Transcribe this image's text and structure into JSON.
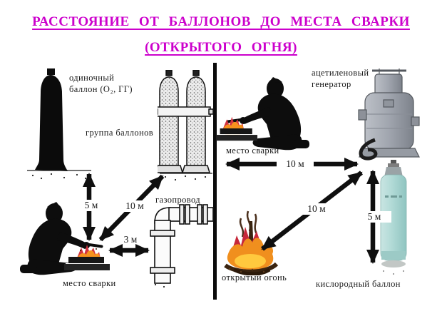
{
  "title": {
    "line1": "РАССТОЯНИЕ  ОТ  БАЛЛОНОВ  ДО  МЕСТА  СВАРКИ",
    "line2": "(ОТКРЫТОГО  ОГНЯ)"
  },
  "colors": {
    "title": "#cc00cc",
    "arrow": "#0f0f0f",
    "oxygen_cylinder": "#aed6d2",
    "generator_body": "#a4a9b0",
    "flame_orange": "#f6921e",
    "flame_red": "#d2333f"
  },
  "left": {
    "single_cylinder_label_1": "одиночный",
    "single_cylinder_label_2": "баллон (О₂, ГГ)",
    "group_label": "группа баллонов",
    "pipeline_label": "газопровод",
    "welding_label": "место сварки",
    "dist_single": "5 м",
    "dist_group": "10 м",
    "dist_pipeline": "3 м"
  },
  "right": {
    "generator_label_1": "ацетиленовый",
    "generator_label_2": "генератор",
    "welding_label": "место сварки",
    "open_flame_label": "открытый огонь",
    "oxygen_label": "кислородный баллон",
    "dist_welding_generator": "10 м",
    "dist_flame_oxygen": "10 м",
    "dist_oxygen_vertical": "5 м"
  },
  "relations": [
    {
      "from": "место сварки",
      "to": "одиночный баллон (О₂, ГГ)",
      "distance": "5 м"
    },
    {
      "from": "место сварки",
      "to": "группа баллонов",
      "distance": "10 м"
    },
    {
      "from": "место сварки",
      "to": "газопровод",
      "distance": "3 м"
    },
    {
      "from": "место сварки",
      "to": "ацетиленовый генератор",
      "distance": "10 м"
    },
    {
      "from": "открытый огонь",
      "to": "кислородный баллон",
      "distance": "10 м"
    },
    {
      "from": "ацетиленовый генератор",
      "to": "кислородный баллон",
      "distance": "5 м"
    }
  ]
}
